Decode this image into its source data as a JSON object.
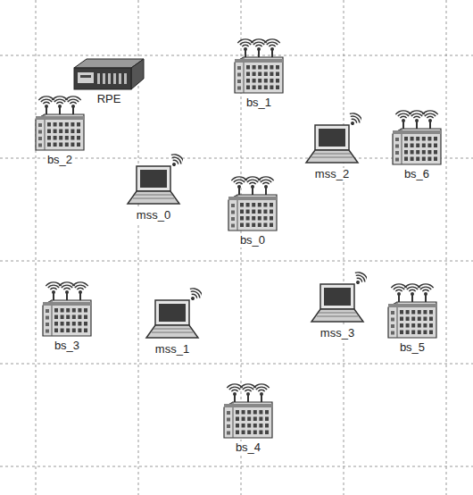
{
  "diagram": {
    "nodes": [
      {
        "text": [
          "RPE"
        ]
      },
      {
        "text": [
          "bs_1"
        ]
      },
      {
        "text": [
          "bs_2"
        ]
      },
      {
        "text": [
          "mss_0"
        ]
      },
      {
        "text": [
          "mss_2"
        ]
      },
      {
        "text": [
          "bs_6"
        ]
      },
      {
        "text": [
          "bs_0"
        ]
      },
      {
        "text": [
          "bs_3"
        ]
      },
      {
        "text": [
          "mss_1"
        ]
      },
      {
        "text": [
          "mss_3"
        ]
      },
      {
        "text": [
          "bs_5"
        ]
      },
      {
        "text": [
          "bs_4"
        ]
      }
    ]
  }
}
